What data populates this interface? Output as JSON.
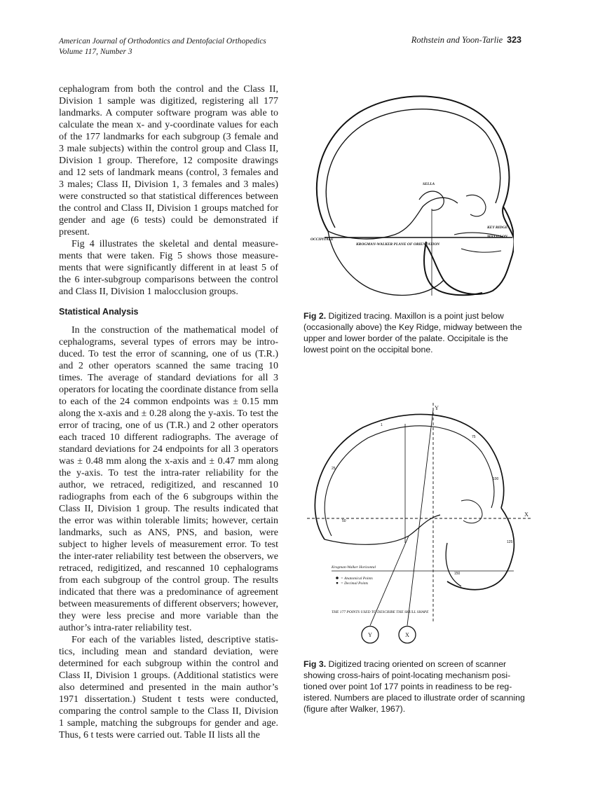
{
  "header": {
    "journal": "American Journal of Orthodontics and Dentofacial Orthopedics",
    "volume": "Volume 117, Number 3",
    "authors": "Rothstein and Yoon-Tarlie",
    "page_number": "323"
  },
  "body": {
    "para1": "cephalogram from both the control and the Class II, Division 1 sample was digitized, registering all 177 land­marks. A computer software program was able to calcu­late the mean x- and y-coordinate values for each of the 177 landmarks for each subgroup (3 female and 3 male subjects) within the control group and Class II, Division 1 group. Therefore, 12 composite drawings and 12 sets of landmark means (control, 3 females and 3 males; Class II, Division 1, 3 females and 3 males) were con­structed so that statistical differences between the con­trol and Class II, Division 1 groups matched for gender and age (6 tests) could be demonstrated if present.",
    "para2": "Fig 4 illustrates the skeletal and dental measure­ments that were taken. Fig 5 shows those measure­ments that were significantly different in at least 5 of the 6 inter-subgroup comparisons between the control and Class II, Division 1 malocclusion groups.",
    "heading": "Statistical Analysis",
    "para3": "In the construction of the mathematical model of cephalograms, several types of errors may be intro­duced. To test the error of scanning, one of us (T.R.) and 2 other operators scanned the same tracing 10 times. The average of standard deviations for all 3 operators for locating the coordinate distance from sella to each of the 24 common endpoints was ± 0.15 mm along the x-axis and ± 0.28 along the y-axis. To test the error of trac­ing, one of us (T.R.) and 2 other operators each traced 10 different radiographs. The average of standard devi­ations for 24 endpoints for all 3 operators was ± 0.48 mm along the x-axis and ± 0.47 mm along the y-axis. To test the intra-rater reliability for the author, we retraced, redigitized, and rescanned 10 radiographs from each of the 6 subgroups within the Class II, Division 1 group. The results indicated that the error was within tolerable limits; however, certain landmarks, such as ANS, PNS, and basion, were subject to higher levels of measure­ment error. To test the inter-rater reliability test between the observers, we retraced, redigitized, and rescanned 10 cephalograms from each subgroup of the control group. The results indicated that there was a predominance of agreement between measurements of different observers; however, they were less precise and more variable than the author’s intra-rater reliability test.",
    "para4": "For each of the variables listed, descriptive statis­tics, including mean and standard deviation, were determined for each subgroup within the control and Class II, Division 1 groups. (Additional statistics were also determined and presented in the main author’s 1971 dissertation.) Student t tests were conducted, comparing the control sample to the Class II, Division 1 sample, matching the subgroups for gender and age. Thus, 6 t tests were carried out. Table II lists all the"
  },
  "figures": {
    "fig2": {
      "labels": {
        "sella": "SELLA",
        "occipitale": "OCCIPITALE",
        "key_ridge": "KEY RIDGE",
        "maxillon": "MAXILLON",
        "plane": "KROGMAN-WALKER PLANE OF ORIENTATION"
      },
      "caption_label": "Fig 2.",
      "caption": "Digitized tracing. Maxillon is a point just below (occasionally above) the Key Ridge, midway between the upper and lower border of the palate. Occipitale is the lowest point on the occipital bone."
    },
    "fig3": {
      "labels": {
        "horizontal": "Krogman-Walker Horizontal",
        "legend1": "= Anatomical Points",
        "legend2": "= Decimal Points",
        "note": "THE 177 POINTS USED TO DESCRIBE THE SKULL SHAPE",
        "x_axis": "X",
        "y_axis": "Y",
        "num_a": "1",
        "num_b": "25",
        "num_c": "50",
        "num_d": "75",
        "num_e": "100",
        "num_f": "125",
        "num_g": "150"
      },
      "caption_label": "Fig 3.",
      "caption": "Digitized tracing oriented on screen of scanner showing cross-hairs of point-locating mechanism posi­tioned over point 1of 177 points in readiness to be reg­istered. Numbers are placed to illustrate order of scan­ning (figure after Walker, 1967)."
    }
  }
}
